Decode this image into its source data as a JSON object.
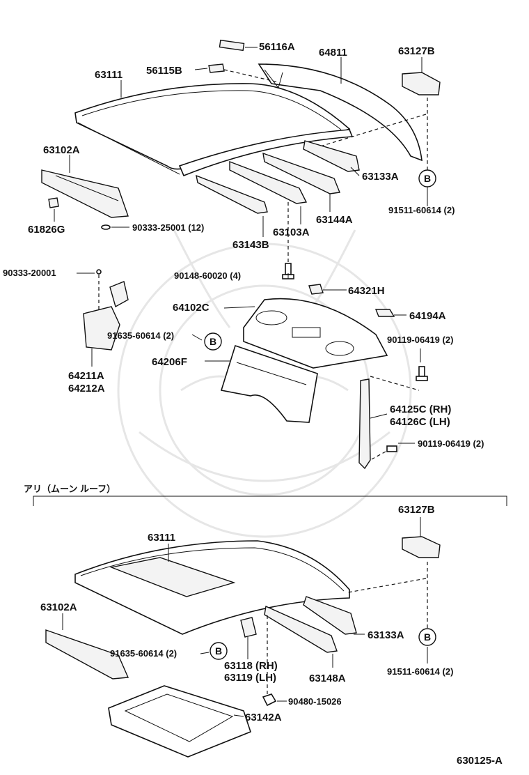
{
  "figure_code": "630125-A",
  "ref_marker": "B",
  "upper_section": {
    "labels": {
      "p56116A": "56116A",
      "p56115B": "56115B",
      "p64811": "64811",
      "p63127B": "63127B",
      "p63111": "63111",
      "p63102A": "63102A",
      "p63133A": "63133A",
      "p91511": "91511-60614 (2)",
      "p61826G": "61826G",
      "p90333_25001": "90333-25001 (12)",
      "p63144A": "63144A",
      "p63103A": "63103A",
      "p63143B": "63143B",
      "p90333_20001": "90333-20001",
      "p90148": "90148-60020 (4)",
      "p64321H": "64321H",
      "p64102C": "64102C",
      "p64194A": "64194A",
      "p91635": "91635-60614 (2)",
      "p90119a": "90119-06419 (2)",
      "p64206F": "64206F",
      "p64211A": "64211A",
      "p64212A": "64212A",
      "p64125C": "64125C (RH)",
      "p64126C": "64126C (LH)",
      "p90119b": "90119-06419 (2)"
    }
  },
  "lower_section": {
    "heading": "アリ（ムーン ルーフ）",
    "labels": {
      "p63127B": "63127B",
      "p63111": "63111",
      "p63102A": "63102A",
      "p63133A": "63133A",
      "p91635": "91635-60614 (2)",
      "p63118": "63118 (RH)",
      "p63119": "63119 (LH)",
      "p63148A": "63148A",
      "p91511": "91511-60614 (2)",
      "p90480": "90480-15026",
      "p63142A": "63142A"
    }
  }
}
